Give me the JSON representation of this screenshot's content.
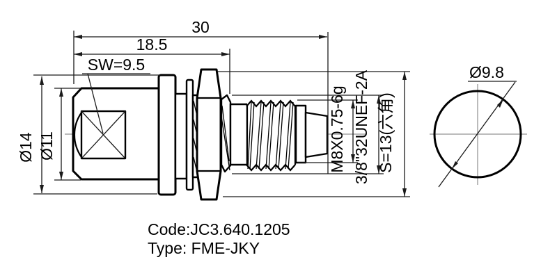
{
  "drawing": {
    "side_view": {
      "dim_overall_length": "30",
      "dim_body_length": "18.5",
      "dim_wrench_flat": "SW=9.5",
      "dim_flange_diameter": "Ø14",
      "dim_body_diameter": "Ø11",
      "dim_thread_metric": "M8X0.75-6g",
      "dim_thread_unef": "3/8\"32UNEF-2A",
      "dim_hex_size": "S=13(六角)"
    },
    "end_view": {
      "dim_end_diameter": "Ø9.8"
    },
    "notes": {
      "code": "Code:JC3.640.1205",
      "type": "Type: FME-JKY"
    },
    "colors": {
      "line": "#000000",
      "dimension_line": "#1a1a1a",
      "centerline": "#777777",
      "background": "#ffffff"
    }
  }
}
